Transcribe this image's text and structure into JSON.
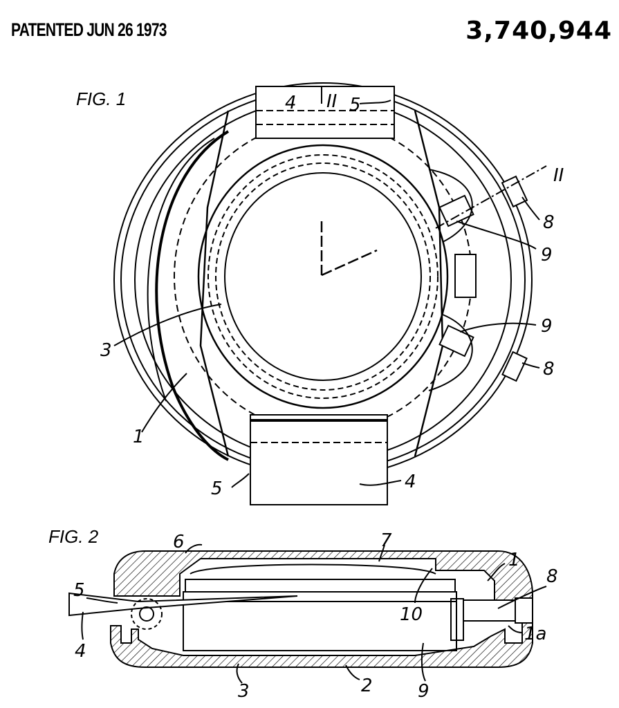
{
  "header": {
    "patented": "PATENTED JUN 26 1973",
    "patent_number": "3,740,944"
  },
  "fig1": {
    "title": "FIG. 1",
    "labels": {
      "l4_top": "4",
      "l2_top": "II",
      "l5_top": "5",
      "l2_right": "II",
      "l8_a": "8",
      "l9_a": "9",
      "l3": "3",
      "l9_b": "9",
      "l8_b": "8",
      "l1": "1",
      "l5_bottom": "5",
      "l4_bottom": "4"
    }
  },
  "fig2": {
    "title": "FIG. 2",
    "labels": {
      "l6": "6",
      "l7": "7",
      "l1": "1",
      "l8": "8",
      "l5": "5",
      "l4": "4",
      "l10": "10",
      "l1a": "1a",
      "l3": "3",
      "l2": "2",
      "l9": "9"
    }
  }
}
